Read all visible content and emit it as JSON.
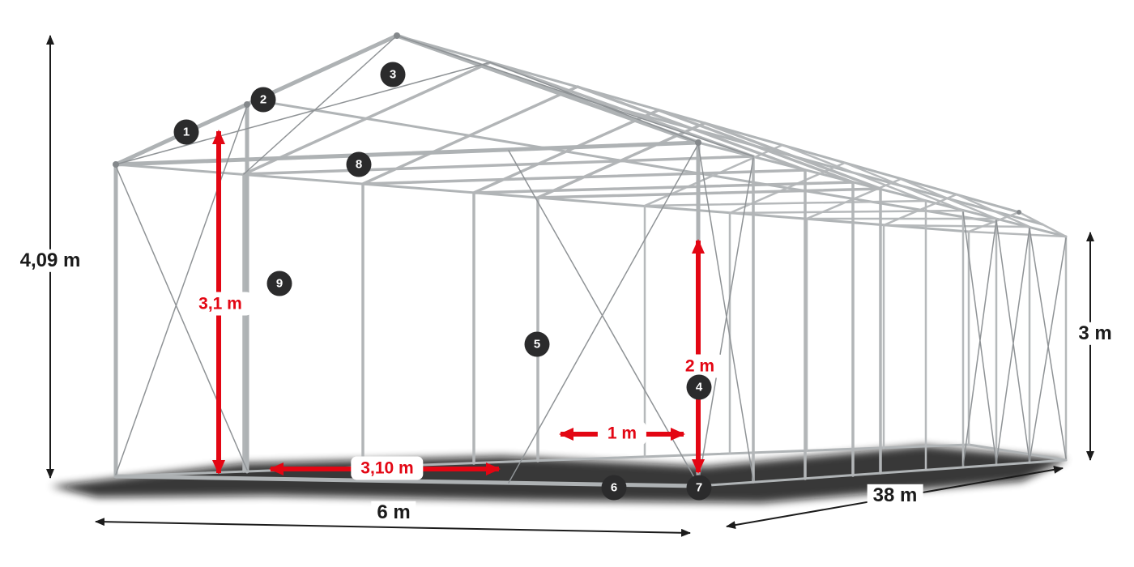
{
  "badges": [
    "1",
    "2",
    "3",
    "4",
    "5",
    "6",
    "7",
    "8",
    "9"
  ],
  "dimensions": {
    "total_height": "4,09 m",
    "side_height": "3 m",
    "width": "6 m",
    "length": "38 m",
    "entrance_height": "3,1 m",
    "entrance_width": "3,10 m",
    "door_height": "2 m",
    "door_width": "1 m"
  },
  "colors": {
    "accent_red": "#e30613",
    "dimension_black": "#1b1b1b",
    "badge_background": "#2b2b2c",
    "frame_grey": "#b4b7b9",
    "brace_grey": "#8f9396"
  }
}
